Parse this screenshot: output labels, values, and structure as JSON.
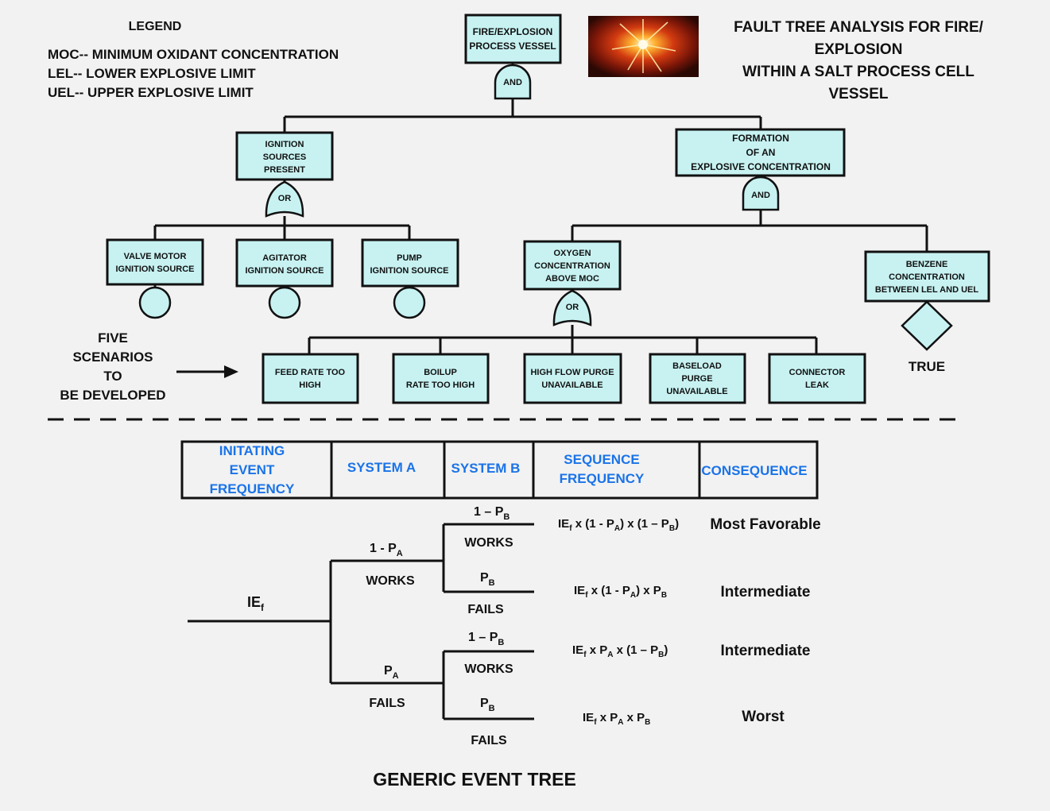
{
  "legend": {
    "title": "LEGEND",
    "items": [
      "MOC-- MINIMUM OXIDANT CONCENTRATION",
      "LEL-- LOWER EXPLOSIVE LIMIT",
      "UEL-- UPPER EXPLOSIVE LIMIT"
    ]
  },
  "title": [
    "FAULT TREE ANALYSIS FOR FIRE/",
    "EXPLOSION",
    "WITHIN A SALT PROCESS CELL",
    "VESSEL"
  ],
  "top_event": [
    "FIRE/EXPLOSION",
    "PROCESS VESSEL"
  ],
  "gates": {
    "and": "AND",
    "or": "OR"
  },
  "ignition": {
    "label": [
      "IGNITION",
      "SOURCES",
      "PRESENT"
    ],
    "children": [
      [
        "VALVE MOTOR",
        "IGNITION SOURCE"
      ],
      [
        "AGITATOR",
        "IGNITION SOURCE"
      ],
      [
        "PUMP",
        "IGNITION SOURCE"
      ]
    ]
  },
  "formation": {
    "label": [
      "FORMATION",
      "OF AN",
      "EXPLOSIVE CONCENTRATION"
    ]
  },
  "oxygen": {
    "label": [
      "OXYGEN",
      "CONCENTRATION",
      "ABOVE MOC"
    ],
    "children": [
      [
        "FEED RATE TOO",
        "HIGH"
      ],
      [
        "BOILUP",
        "RATE TOO HIGH"
      ],
      [
        "HIGH FLOW PURGE",
        "UNAVAILABLE"
      ],
      [
        "BASELOAD",
        "PURGE",
        "UNAVAILABLE"
      ],
      [
        "CONNECTOR",
        "LEAK"
      ]
    ]
  },
  "benzene": {
    "label": [
      "BENZENE",
      "CONCENTRATION",
      "BETWEEN LEL AND UEL"
    ],
    "true_label": "TRUE"
  },
  "five_scenarios": [
    "FIVE",
    "SCENARIOS",
    "TO",
    "BE DEVELOPED"
  ],
  "event_tree": {
    "headers": [
      [
        "INITATING",
        "EVENT",
        "FREQUENCY"
      ],
      [
        "SYSTEM A"
      ],
      [
        "SYSTEM B"
      ],
      [
        "SEQUENCE",
        "FREQUENCY"
      ],
      [
        "CONSEQUENCE"
      ]
    ],
    "ie_label": "IE",
    "ie_sub": "f",
    "sys_a": {
      "works_prob": "1 - P",
      "works_sub": "A",
      "works": "WORKS",
      "fails_prob": "P",
      "fails_sub": "A",
      "fails": "FAILS"
    },
    "sys_b": {
      "works_prob": "1 – P",
      "works_sub": "B",
      "works": "WORKS",
      "fails_prob": "P",
      "fails_sub": "B",
      "fails": "FAILS"
    },
    "sequences": [
      {
        "consequence": "Most Favorable",
        "color": "#34c034"
      },
      {
        "consequence": "Intermediate",
        "color": "#1a73e8"
      },
      {
        "consequence": "Intermediate",
        "color": "#1a73e8"
      },
      {
        "consequence": "Worst",
        "color": "#cc1111"
      }
    ],
    "caption": "GENERIC EVENT TREE"
  },
  "image_description_icon": "explosion-image"
}
